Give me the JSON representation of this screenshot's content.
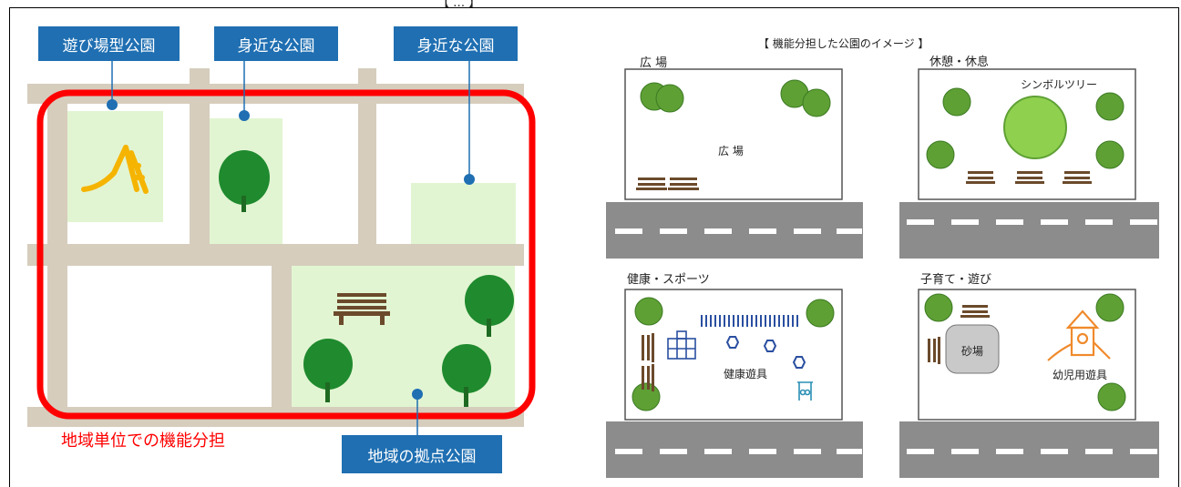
{
  "top_title_fragment": "【 … 】",
  "left_map": {
    "callouts": [
      "遊び場型公園",
      "身近な公園",
      "身近な公園",
      "地域の拠点公園"
    ],
    "caption": "地域単位での機能分担"
  },
  "right_panel": {
    "title": "【 機能分担した公園のイメージ 】",
    "panels": [
      {
        "label": "広 場",
        "inner_text": "広 場"
      },
      {
        "label": "休憩・休息",
        "inner_text": "シンボルツリー"
      },
      {
        "label": "健康・スポーツ",
        "inner_text": "健康遊具"
      },
      {
        "label": "子育て・遊び",
        "inner_text": "幼児用遊具",
        "sandbox": "砂場"
      }
    ]
  },
  "colors": {
    "road": "#d6cdbd",
    "park": "#e2f5d2",
    "highlight": "#ff0000",
    "callout_bg": "#1f6fb2",
    "street": "#8c8c8c",
    "tree": "#5fa035",
    "bench": "#6b4a2b",
    "play_equipment": "#f5b400"
  }
}
